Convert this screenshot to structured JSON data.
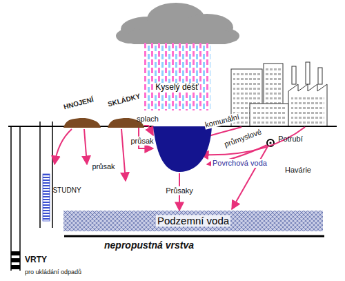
{
  "diagram": {
    "nodes": [
      {
        "text": [
          "Kyselý déšť"
        ]
      },
      {
        "text": [
          "HNOJENÍ"
        ]
      },
      {
        "text": [
          "SKLÁDKY"
        ]
      },
      {
        "text": [
          "Povrchová voda"
        ]
      },
      {
        "text": [
          "Podzemní voda"
        ]
      }
    ],
    "edges": [
      {
        "from": 2,
        "to": 3,
        "label": "splach",
        "arrow": "to"
      },
      {
        "from": 2,
        "to": 3,
        "label": "průsak",
        "arrow": "to"
      },
      {
        "from": 3,
        "to": 4,
        "label": "Průsaky",
        "arrow": "to"
      }
    ],
    "labels": [
      "průsak",
      "komunální",
      "průmyslové",
      "Potrubí",
      "Havárie",
      "STUDNY",
      "nepropustná vrstva",
      "VRTY",
      "pro ukládání odpadů"
    ]
  }
}
